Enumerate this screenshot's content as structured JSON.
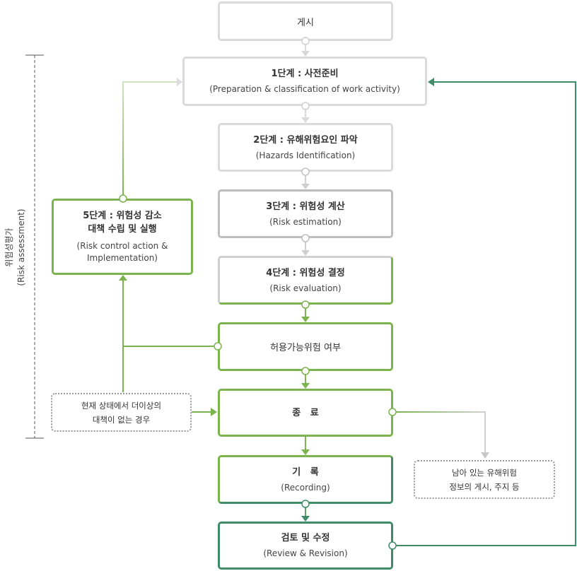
{
  "steps": {
    "posting": {
      "title": "게시"
    },
    "step1": {
      "title": "1단계 : 사전준비",
      "subtitle": "(Preparation & classification of work activity)"
    },
    "step2": {
      "title": "2단계 : 유해위험요인 파악",
      "subtitle": "(Hazards Identification)"
    },
    "step3": {
      "title": "3단계 : 위험성 계산",
      "subtitle": "(Risk estimation)"
    },
    "step4": {
      "title": "4단계 : 위험성 결정",
      "subtitle": "(Risk evaluation)"
    },
    "acceptable": {
      "title": "허용가능위험 여부"
    },
    "end": {
      "title": "종   료"
    },
    "record": {
      "title": "기   록",
      "subtitle": "(Recording)"
    },
    "review": {
      "title": "검토 및 수정",
      "subtitle": "(Review & Revision)"
    },
    "step5": {
      "title_line1": "5단계 : 위험성 감소",
      "title_line2": "대책 수립 및 실행",
      "subtitle_line1": "(Risk control action &",
      "subtitle_line2": "Implementation)"
    }
  },
  "notes": {
    "left": {
      "line1": "현재 상태에서 더이상의",
      "line2": "대책이 없는 경우"
    },
    "right": {
      "line1": "남아 있는 유해위험",
      "line2": "정보의 게시, 주지 등"
    }
  },
  "side_label": {
    "line1": "위험성평가",
    "line2": "(Risk assessment)"
  },
  "colors": {
    "light_gray": "#dadada",
    "gray": "#bdbdbd",
    "green": "#7bb44e",
    "dark_green": "#3e8c68"
  }
}
